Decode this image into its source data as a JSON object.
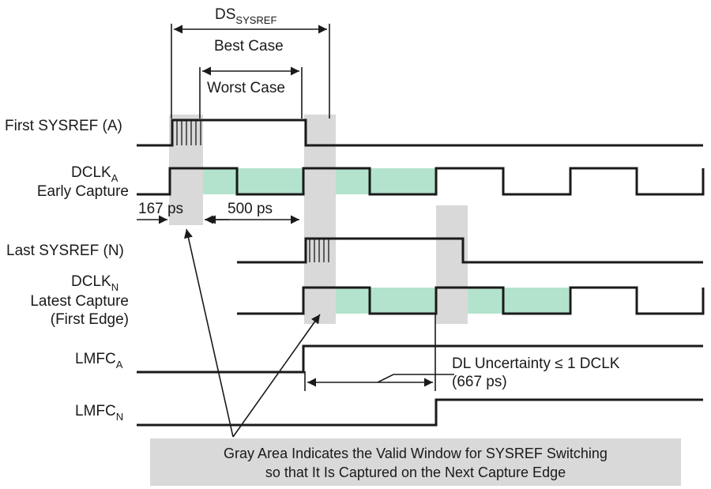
{
  "top": {
    "ds_main": "DS",
    "ds_sub": "SYSREF",
    "best_case": "Best Case",
    "worst_case": "Worst Case"
  },
  "signals": {
    "first_sysref": "First SYSREF (A)",
    "dclk_a_main": "DCLK",
    "dclk_a_sub": "A",
    "dclk_a_line2": "Early Capture",
    "last_sysref": "Last SYSREF (N)",
    "dclk_n_main": "DCLK",
    "dclk_n_sub": "N",
    "dclk_n_line2": "Latest Capture",
    "dclk_n_line3": "(First Edge)",
    "lmfc_a_main": "LMFC",
    "lmfc_a_sub": "A",
    "lmfc_n_main": "LMFC",
    "lmfc_n_sub": "N"
  },
  "timing": {
    "t167": "167 ps",
    "t500": "500 ps",
    "dl_uncertainty": "DL Uncertainty ≤ 1 DCLK",
    "dl_value": "(667 ps)"
  },
  "note": {
    "line1": "Gray Area Indicates the Valid Window for SYSREF Switching",
    "line2": "so that It Is Captured on the Next Capture Edge"
  },
  "colors": {
    "gray_window": "#d9d9d9",
    "green_window": "#b3e3cc",
    "green_edge": "#22b573",
    "line": "#1a1a1a"
  }
}
